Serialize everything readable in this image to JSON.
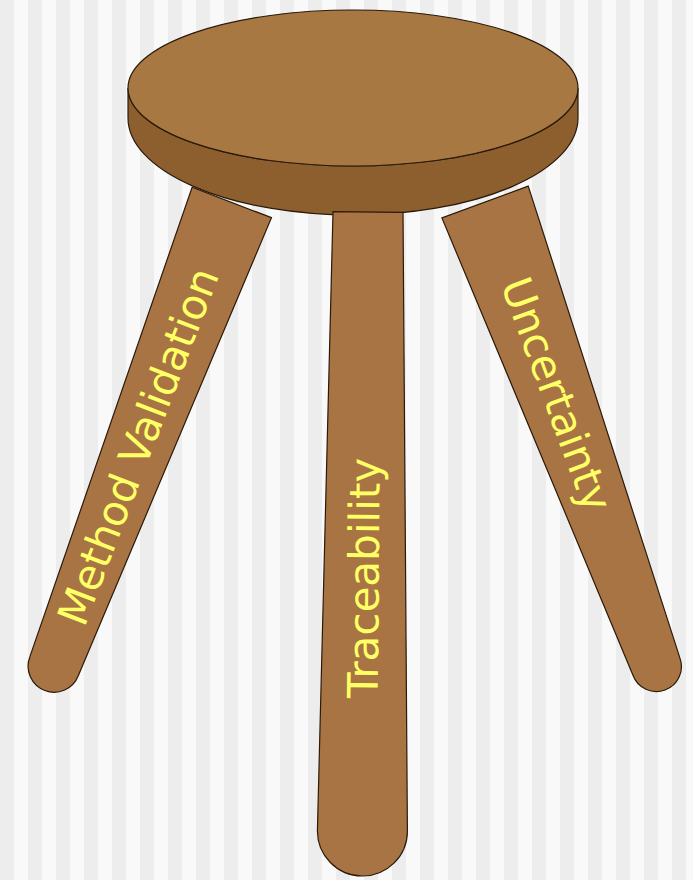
{
  "diagram": {
    "nodes": [
      {
        "text": [
          "Method Validation"
        ]
      },
      {
        "text": [
          "Traceability"
        ]
      },
      {
        "text": [
          "Uncertainty"
        ]
      }
    ]
  }
}
